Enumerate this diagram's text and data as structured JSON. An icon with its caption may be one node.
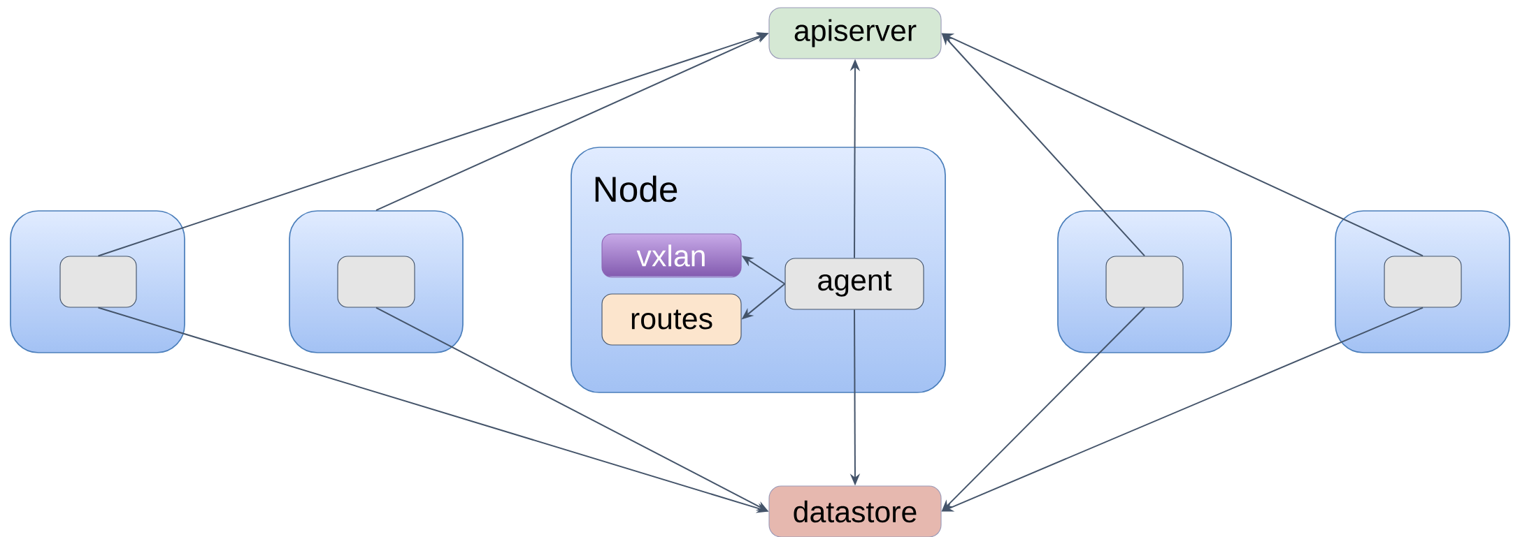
{
  "diagram": {
    "nodes": [
      {
        "text": [
          "apiserver"
        ]
      },
      {
        "text": [],
        "shape": "box"
      },
      {
        "text": [],
        "shape": "box",
        "in": 1
      },
      {
        "text": [],
        "shape": "box"
      },
      {
        "text": [],
        "shape": "box",
        "in": 3
      },
      {
        "text": [
          "Node"
        ]
      },
      {
        "text": [
          "vxlan"
        ],
        "in": 5
      },
      {
        "text": [
          "routes"
        ],
        "in": 5
      },
      {
        "text": [
          "agent"
        ],
        "in": 5
      },
      {
        "text": [],
        "shape": "box"
      },
      {
        "text": [],
        "shape": "box",
        "in": 9
      },
      {
        "text": [],
        "shape": "box"
      },
      {
        "text": [],
        "shape": "box",
        "in": 11
      },
      {
        "text": [
          "datastore"
        ]
      }
    ],
    "edges": [
      {
        "from": 2,
        "to": 0,
        "arrow": "to"
      },
      {
        "from": 3,
        "to": 0,
        "arrow": "to"
      },
      {
        "from": 8,
        "to": 0,
        "arrow": "to"
      },
      {
        "from": 10,
        "to": 0,
        "arrow": "to"
      },
      {
        "from": 12,
        "to": 0,
        "arrow": "to"
      },
      {
        "from": 8,
        "to": 6,
        "arrow": "to"
      },
      {
        "from": 8,
        "to": 7,
        "arrow": "to"
      },
      {
        "from": 2,
        "to": 13,
        "arrow": "to"
      },
      {
        "from": 4,
        "to": 13,
        "arrow": "to"
      },
      {
        "from": 8,
        "to": 13,
        "arrow": "to"
      },
      {
        "from": 10,
        "to": 13,
        "arrow": "to"
      },
      {
        "from": 12,
        "to": 13,
        "arrow": "to"
      }
    ]
  }
}
